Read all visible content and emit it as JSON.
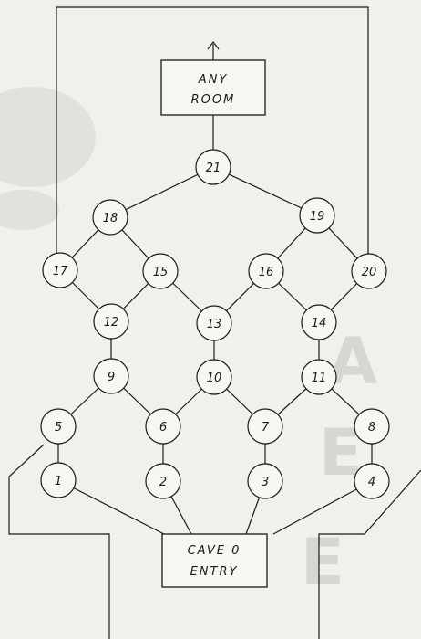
{
  "diagram": {
    "top_box": {
      "lines": [
        "ANY",
        "ROOM"
      ]
    },
    "bottom_box": {
      "lines": [
        "CAVE 0",
        "ENTRY"
      ]
    },
    "rooms": [
      "21",
      "18",
      "19",
      "17",
      "15",
      "16",
      "20",
      "12",
      "13",
      "14",
      "9",
      "10",
      "11",
      "5",
      "6",
      "7",
      "8",
      "1",
      "2",
      "3",
      "4"
    ]
  }
}
